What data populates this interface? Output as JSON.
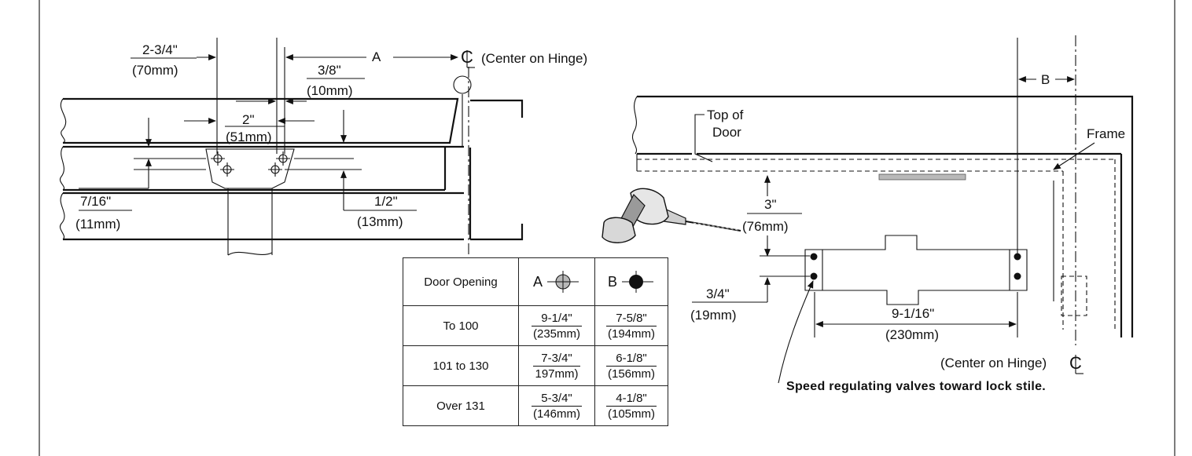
{
  "left_view": {
    "dim_a_label": "A",
    "center_on_hinge": "(Center on Hinge)",
    "dim_2_3_4": "2-3/4\"",
    "dim_70mm": "(70mm)",
    "dim_3_8": "3/8\"",
    "dim_10mm": "(10mm)",
    "dim_2": "2\"",
    "dim_51mm": "(51mm)",
    "dim_7_16": "7/16\"",
    "dim_11mm": "(11mm)",
    "dim_1_2": "1/2\"",
    "dim_13mm": "(13mm)"
  },
  "right_view": {
    "dim_b_label": "B",
    "top_of_door_line1": "Top of",
    "top_of_door_line2": "Door",
    "frame": "Frame",
    "dim_3": "3\"",
    "dim_76mm": "(76mm)",
    "dim_3_4": "3/4\"",
    "dim_19mm": "(19mm)",
    "dim_9_1_16": "9-1/16\"",
    "dim_230mm": "(230mm)",
    "center_on_hinge": "(Center on Hinge)",
    "speed_note": "Speed regulating valves toward lock stile."
  },
  "table": {
    "header_door_opening": "Door Opening",
    "header_a": "A",
    "header_b": "B",
    "rows": [
      {
        "opening": "To 100",
        "a_top": "9-1/4\"",
        "a_bot": "(235mm)",
        "b_top": "7-5/8\"",
        "b_bot": "(194mm)"
      },
      {
        "opening": "101 to 130",
        "a_top": "7-3/4\"",
        "a_bot": "197mm)",
        "b_top": "6-1/8\"",
        "b_bot": "(156mm)"
      },
      {
        "opening": "Over 131",
        "a_top": "5-3/4\"",
        "a_bot": "(146mm)",
        "b_top": "4-1/8\"",
        "b_bot": "(105mm)"
      }
    ]
  },
  "icons": {
    "centerline_symbol": "centerline-symbol",
    "drill": "drill-icon",
    "marker_a": "open-circle-crosshair-icon",
    "marker_b": "filled-circle-crosshair-icon"
  }
}
